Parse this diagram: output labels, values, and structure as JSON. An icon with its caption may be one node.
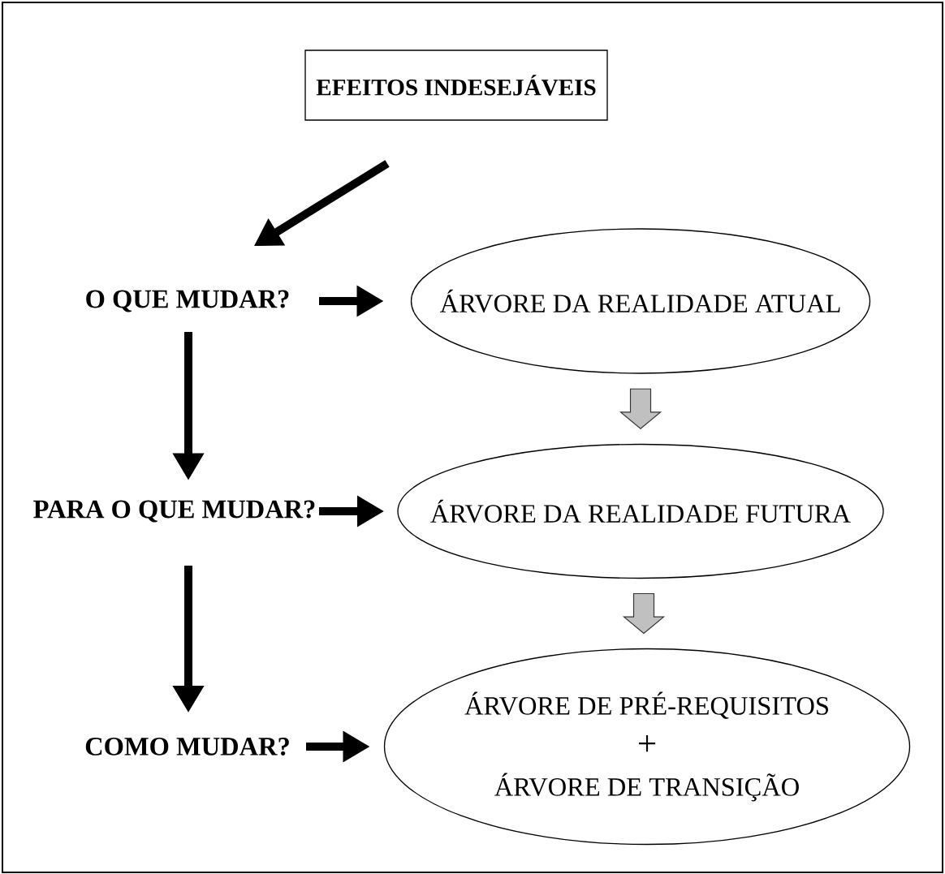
{
  "diagram": {
    "nodes": [
      {
        "text": [
          "EFEITOS INDESEJÁVEIS"
        ]
      },
      {
        "text": [
          "O QUE MUDAR?"
        ]
      },
      {
        "text": [
          "ÁRVORE DA REALIDADE ATUAL"
        ]
      },
      {
        "text": [
          "PARA O QUE MUDAR?"
        ]
      },
      {
        "text": [
          "ÁRVORE DA REALIDADE FUTURA"
        ]
      },
      {
        "text": [
          "COMO MUDAR?"
        ]
      },
      {
        "text": [
          "ÁRVORE DE PRÉ-REQUISITOS",
          "+",
          "ÁRVORE DE TRANSIÇÃO"
        ]
      }
    ],
    "edges": [
      {
        "from": 0,
        "to": 1,
        "arrow": "to"
      },
      {
        "from": 1,
        "to": 2,
        "arrow": "to"
      },
      {
        "from": 1,
        "to": 3,
        "arrow": "to"
      },
      {
        "from": 2,
        "to": 4,
        "arrow": "to",
        "color": "#c0c0c0"
      },
      {
        "from": 3,
        "to": 4,
        "arrow": "to"
      },
      {
        "from": 3,
        "to": 5,
        "arrow": "to"
      },
      {
        "from": 4,
        "to": 6,
        "arrow": "to",
        "color": "#c0c0c0"
      },
      {
        "from": 5,
        "to": 6,
        "arrow": "to"
      }
    ]
  }
}
